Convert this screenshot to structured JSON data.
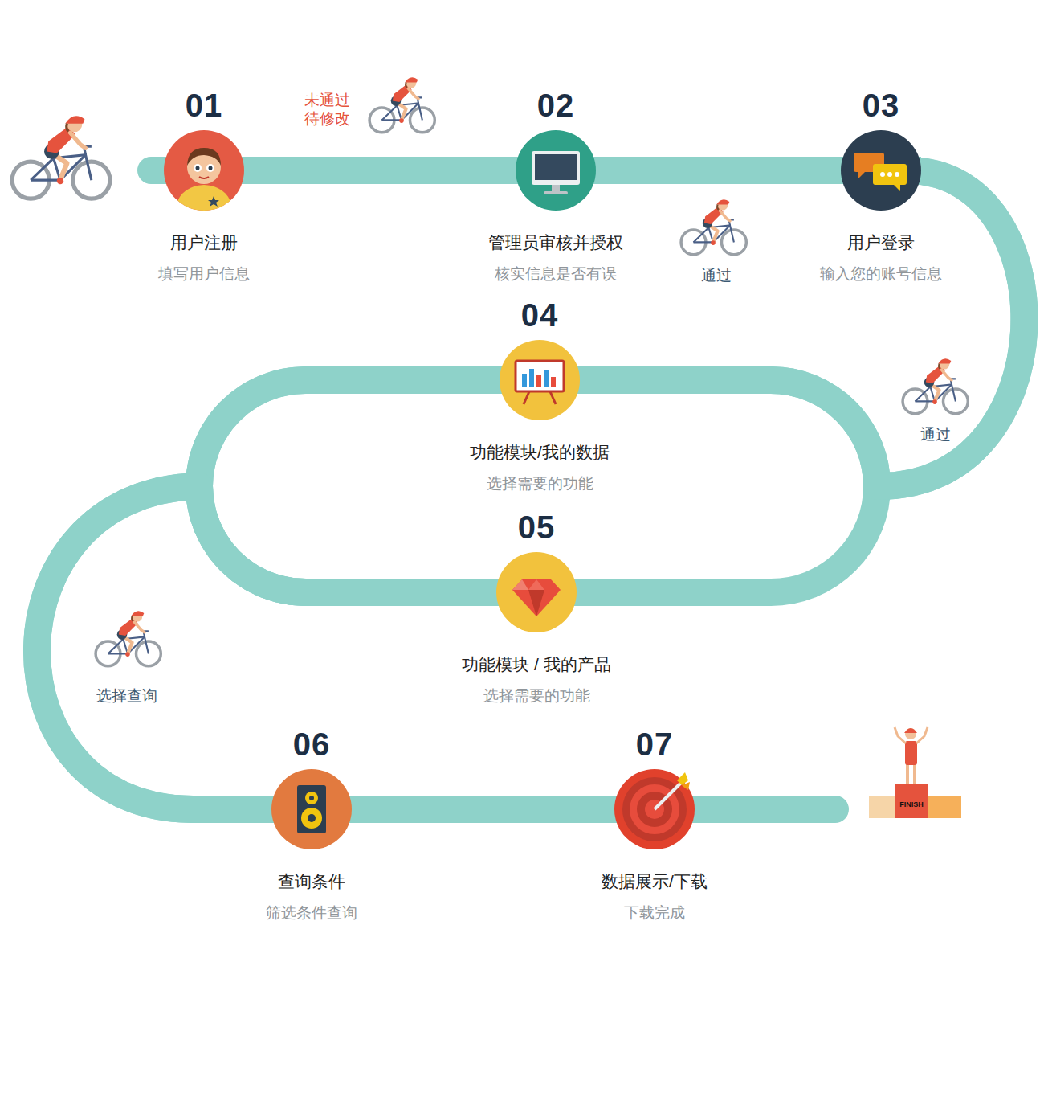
{
  "diagram": {
    "nodes": [
      {
        "text": [
          "01",
          "用户注册",
          "填写用户信息"
        ]
      },
      {
        "text": [
          "02",
          "管理员审核并授权",
          "核实信息是否有误"
        ]
      },
      {
        "text": [
          "03",
          "用户登录",
          "输入您的账号信息"
        ]
      },
      {
        "text": [
          "04",
          "功能模块/我的数据",
          "选择需要的功能"
        ]
      },
      {
        "text": [
          "05",
          "功能模块 / 我的产品",
          "选择需要的功能"
        ]
      },
      {
        "text": [
          "06",
          "查询条件",
          "筛选条件查询"
        ]
      },
      {
        "text": [
          "07",
          "数据展示/下载",
          "下载完成"
        ]
      }
    ],
    "edges": [
      {
        "from": 0,
        "to": 1,
        "arrow": "none"
      },
      {
        "from": 1,
        "to": 2,
        "arrow": "none"
      },
      {
        "from": 2,
        "to": 3,
        "arrow": "none"
      },
      {
        "from": 3,
        "to": 4,
        "arrow": "none"
      },
      {
        "from": 4,
        "to": 5,
        "arrow": "none"
      },
      {
        "from": 5,
        "to": 6,
        "arrow": "none"
      }
    ],
    "labels": [
      "未通过 待修改",
      "通过",
      "通过",
      "选择查询",
      "FINISH"
    ]
  }
}
